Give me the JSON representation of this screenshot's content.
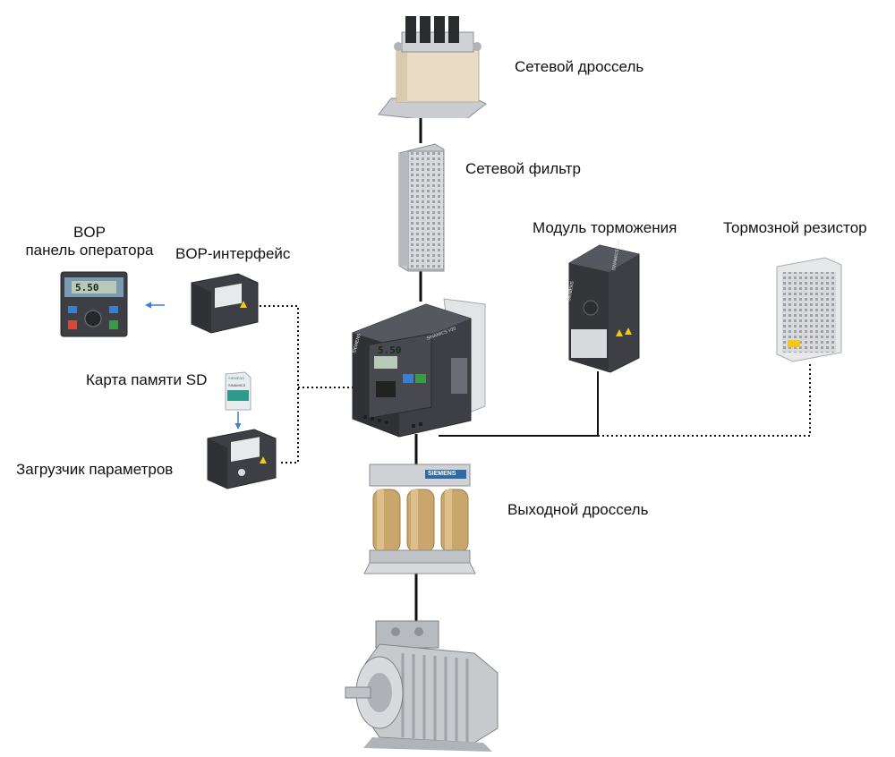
{
  "labels": {
    "line_reactor": "Сетевой дроссель",
    "line_filter": "Сетевой фильтр",
    "brake_module": "Модуль торможения",
    "brake_resistor": "Тормозной резистор",
    "bop_line1": "BOP",
    "bop_line2": "панель оператора",
    "bop_interface": "BOP-интерфейс",
    "sd_card": "Карта памяти SD",
    "param_loader": "Загрузчик параметров",
    "output_reactor": "Выходной дроссель"
  },
  "device_text": {
    "vfd_brand": "SIEMENS",
    "vfd_model": "SINAMICS V20",
    "vfd_display": "5.50",
    "bop_display": "5.50",
    "brake_brand": "SIEMENS",
    "brake_model": "SINAMICS V20",
    "sd_brand": "SIEMENS",
    "sd_model": "SINAMICS",
    "reactor_brand": "SIEMENS"
  },
  "colors": {
    "wire": "#111111",
    "arrow": "#3a7fd0",
    "device_dark": "#3d3f44",
    "device_mid": "#55585e",
    "metal_light": "#d8dadd",
    "coil_tan": "#c9a66b",
    "reactor_body": "#e8ddc4"
  }
}
